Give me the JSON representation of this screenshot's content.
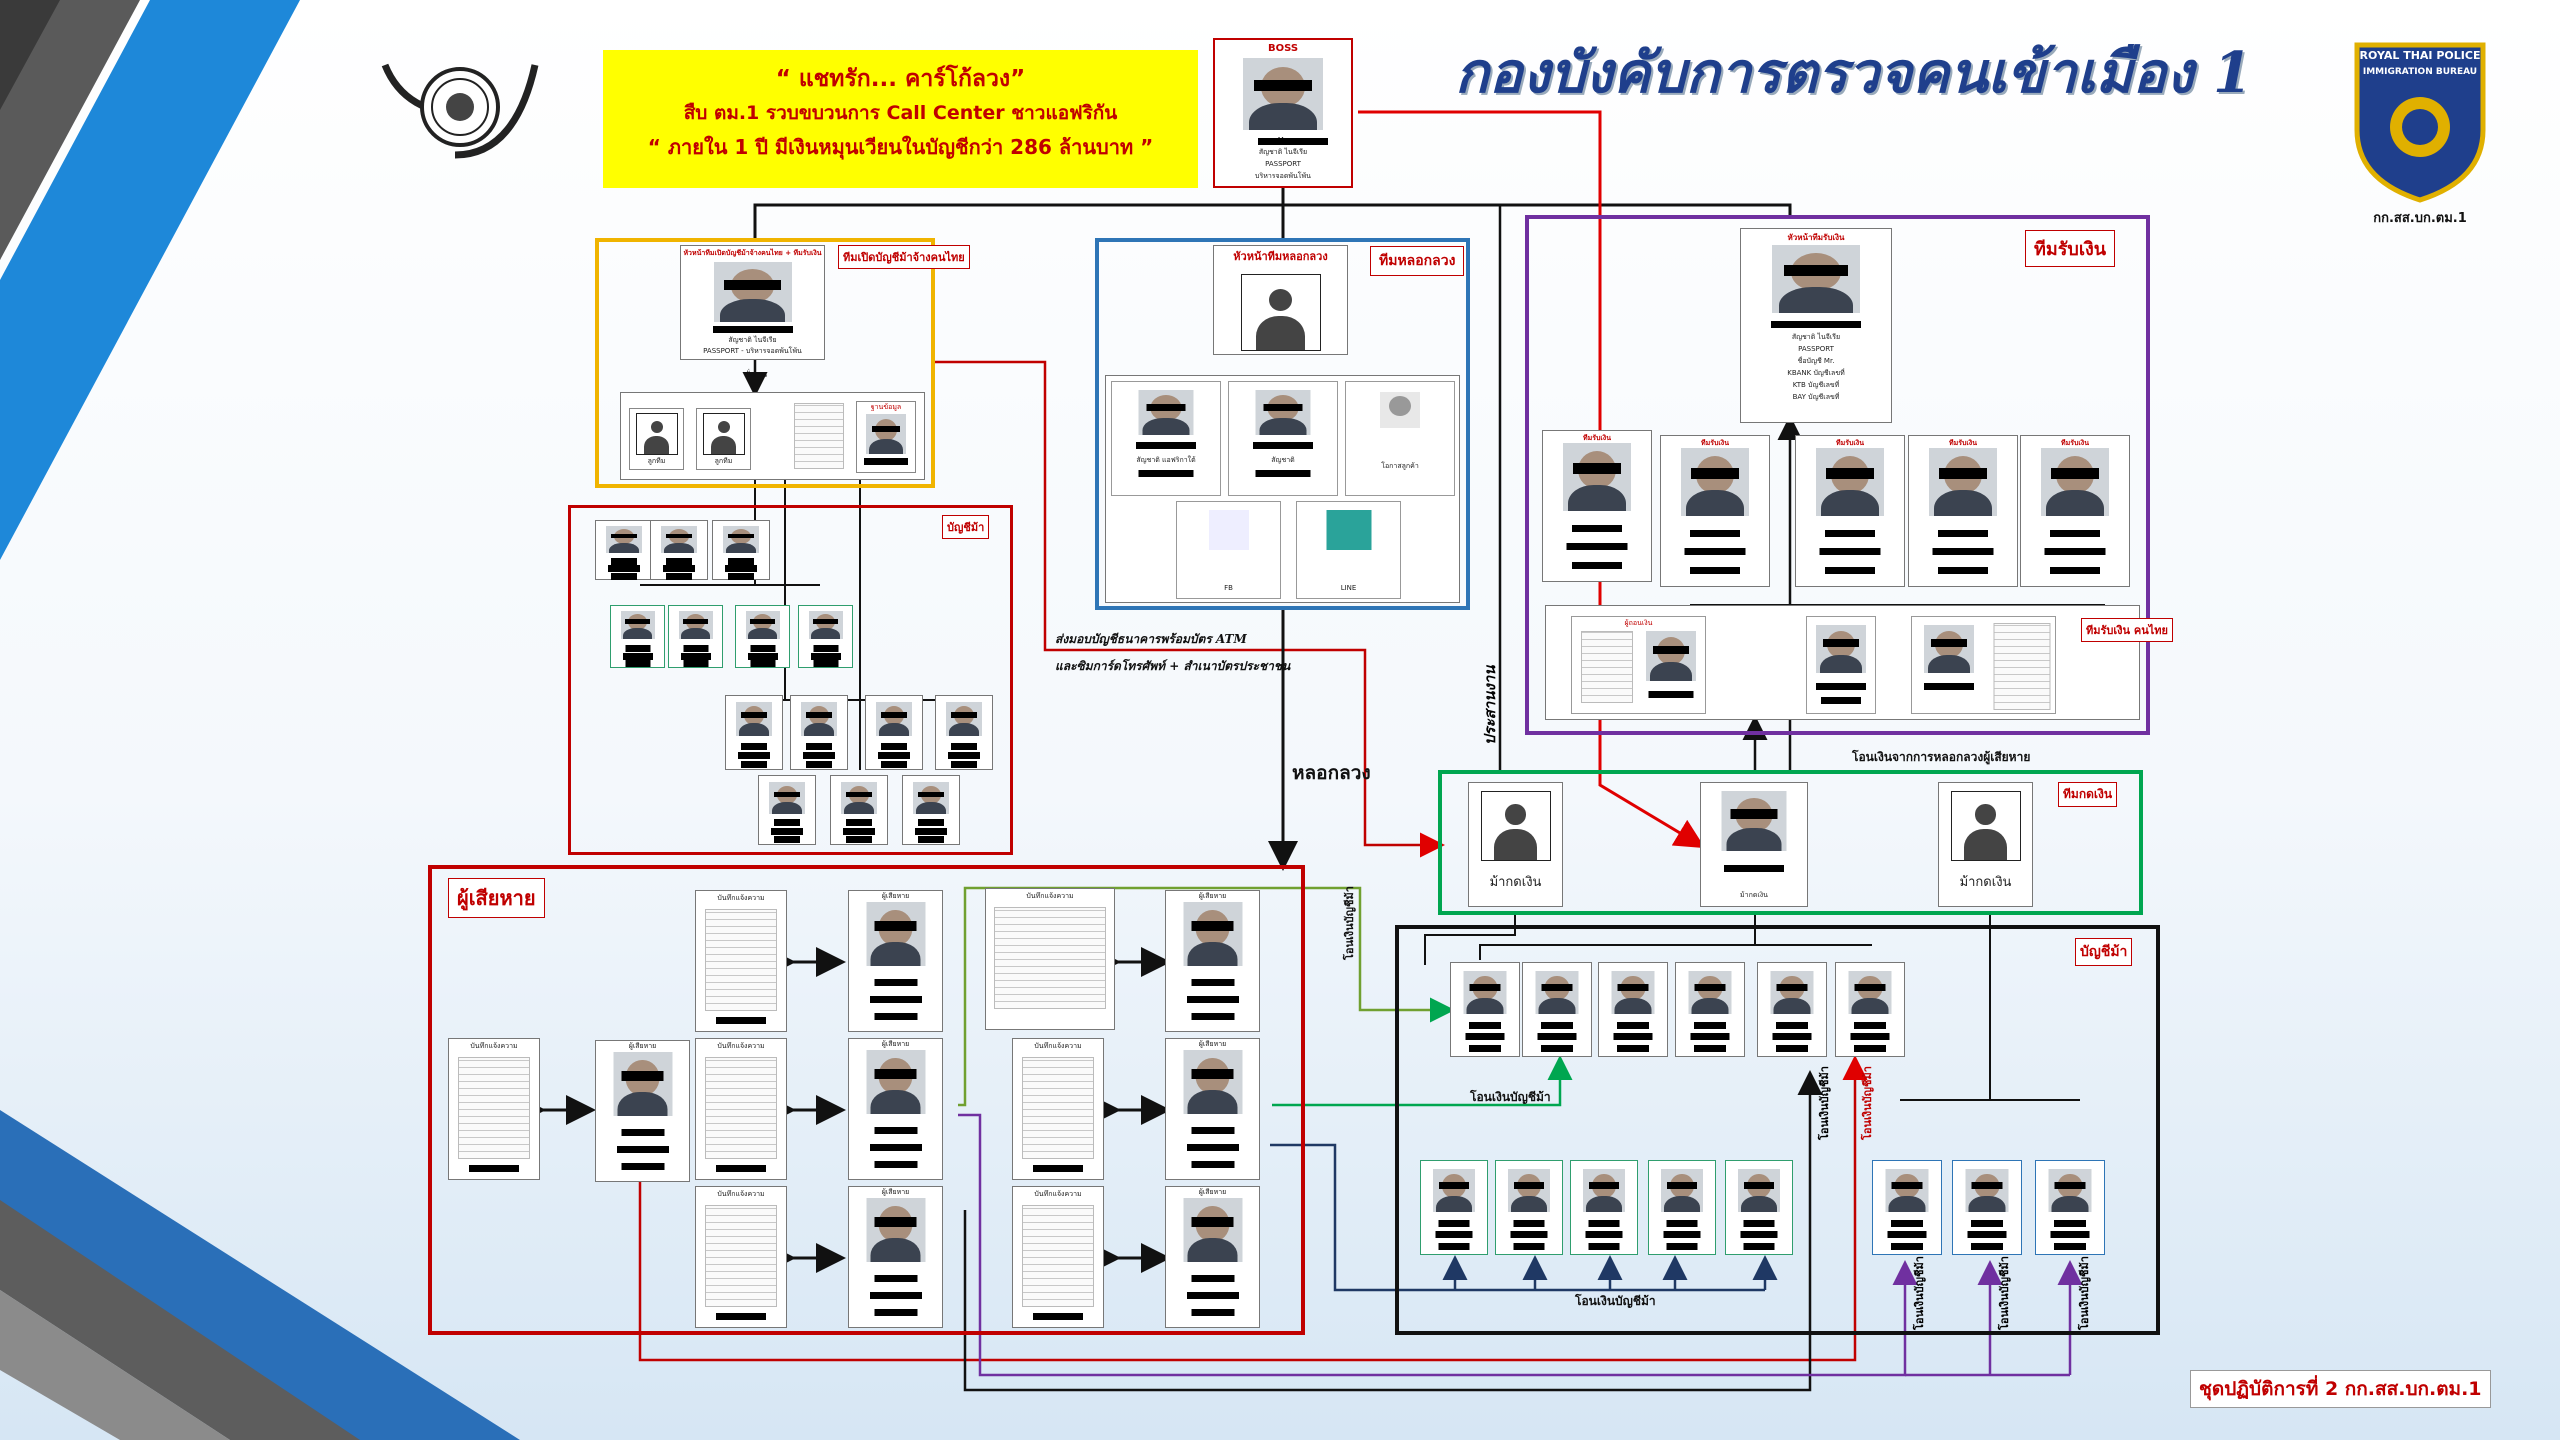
{
  "header": {
    "title": "กองบังคับการตรวจคนเข้าเมือง 1",
    "headline": {
      "line1": "“ แชทรัก... คาร์โก้ลวง”",
      "line2": "สืบ ตม.1 รวบขบวนการ Call Center ชาวแอฟริกัน",
      "line3": "“ ภายใน 1 ปี มีเงินหมุนเวียนในบัญชีกว่า 286 ล้านบาท ”"
    },
    "badge": {
      "top": "ROYAL THAI POLICE",
      "mid": "IMMIGRATION BUREAU",
      "caption": "กก.สส.บก.ตม.1"
    },
    "emblem_icon": "police-emblem-icon"
  },
  "boss": {
    "label": "BOSS",
    "name": "Mr.",
    "nationality": "สัญชาติ ไนจีเรีย",
    "passport": "PASSPORT",
    "role": "บริหารจอดพ้นโพ้น"
  },
  "yellow_group": {
    "tag": "ทีมเปิดบัญชีม้าจ้างคนไทย",
    "leader_label": "หัวหน้าทีมเปิดบัญชีม้าจ้างคนไทย + ทีมรับเงิน",
    "leader_nat": "สัญชาติ ไนจีเรีย",
    "leader_passport": "PASSPORT - บริหารจอดพ้นโพ้น",
    "sub_label": "สั่งการ",
    "members": [
      "ลูกทีม",
      "ลูกทีม",
      "",
      "ฐานข้อมูล"
    ]
  },
  "mule_accounts_top": {
    "tag": "บัญชีม้า"
  },
  "scam_team": {
    "tag": "ทีมหลอกลวง",
    "leader_label": "หัวหน้าทีมหลอกลวง",
    "members": [
      "สัญชาติ แอฟริกาใต้",
      "สัญชาติ",
      "โอกาสลูกค้า",
      "FB",
      "LINE"
    ]
  },
  "receive_team": {
    "tag": "ทีมรับเงิน",
    "leader_label": "หัวหน้าทีมรับเงิน",
    "leader_lines": [
      "สัญชาติ ไนจีเรีย",
      "PASSPORT",
      "ชื่อบัญชี Mr.",
      "KBANK บัญชีเลขที่",
      "KTB บัญชีเลขที่",
      "BAY บัญชีเลขที่"
    ],
    "members_label": "ทีมรับเงิน",
    "sub_label": "ผู้ถอนเงิน",
    "thai_tag": "ทีมรับเงิน คนไทย"
  },
  "money_team": {
    "tag": "ทีมกดเงิน",
    "left_label": "ม้ากดเงิน",
    "mid_label": "ม้ากดเงิน",
    "right_label": "ม้ากดเงิน"
  },
  "victims": {
    "tag": "ผู้เสียหาย",
    "doc_label": "บันทึกแจ้งความ",
    "victim_label": "ผู้เสียหาย"
  },
  "mule_accounts_bottom": {
    "tag": "บัญชีม้า"
  },
  "flow_labels": {
    "atm_line1": "ส่งมอบบัญชีธนาคารพร้อมบัตร ATM",
    "atm_line2": "และซิมการ์ดโทรศัพท์ + สำเนาบัตรประชาชน",
    "scam": "หลอกลวง",
    "coordinate": "ประสานงาน",
    "transfer_to_receive": "โอนเงินจากการหลอกลวงผู้เสียหาย",
    "transfer_account": "โอนเงินบัญชีม้า",
    "transfer_account_bottom": "โอนเงินบัญชีม้า",
    "transfer_vertical": "โอนเงินบัญชีม้า"
  },
  "footer": {
    "operation": "ชุดปฏิบัติการที่ 2 กก.สส.บก.ตม.1"
  },
  "colors": {
    "yellow_frame": "#f0b400",
    "blue_frame": "#2e75b6",
    "purple_frame": "#7030a0",
    "green_frame": "#00a650",
    "red_frame": "#c00000",
    "navy_arrow": "#1f3864",
    "title_blue": "#1f3f8c"
  }
}
